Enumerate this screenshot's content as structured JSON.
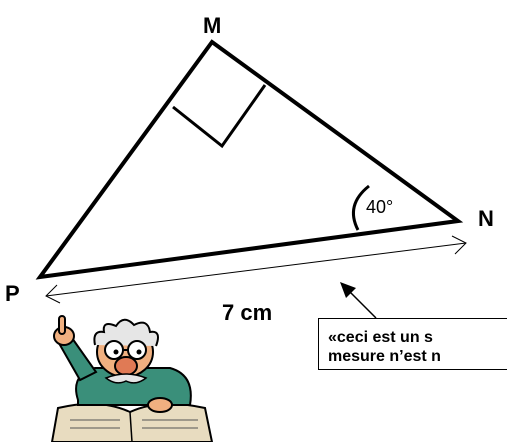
{
  "figure": {
    "vertex_labels": {
      "top": "M",
      "right": "N",
      "left": "P"
    },
    "angle_label": "40°",
    "length_label": "7 cm",
    "callout": {
      "line1": "«ceci est un s",
      "line2": "mesure n’est n"
    },
    "stroke_color": "#000000",
    "illustration": "professor-cartoon"
  }
}
